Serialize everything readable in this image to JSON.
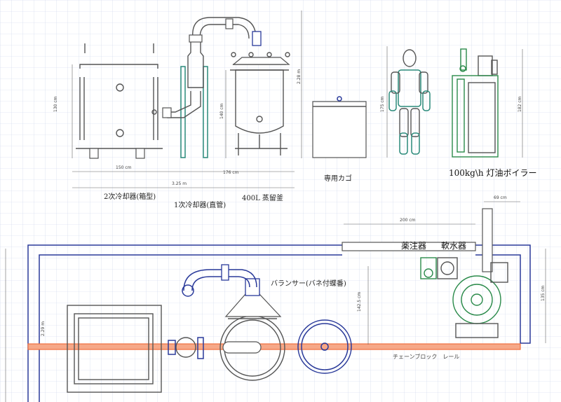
{
  "labels": {
    "cooler2": "2次冷却器(箱型)",
    "cooler1": "1次冷却器(直管)",
    "still": "400L 蒸留釜",
    "basket": "専用カゴ",
    "boiler": "100kg\\h 灯油ボイラー",
    "chemical": "薬注器",
    "softener": "軟水器",
    "balancer": "バランサー(バネ付蝶番)",
    "chainblock": "チェーンブロック　レール"
  },
  "dimensions": {
    "d130": "130 cm",
    "d140": "140 cm",
    "d228": "2.28 m",
    "d175": "175 cm",
    "d182": "182 cm",
    "d150": "150 cm",
    "d176": "176 cm",
    "d325": "3.25 m",
    "d200": "200 cm",
    "d69": "69 cm",
    "d1425": "142.5 cm",
    "d135": "135 cm",
    "d229": "2.29 m"
  },
  "colors": {
    "grid": "#c9d3ea",
    "equipment": "#555555",
    "blue": "#2a3a9a",
    "teal": "#2a8a7a",
    "green": "#2a8a4a",
    "rail": "#f07040"
  }
}
